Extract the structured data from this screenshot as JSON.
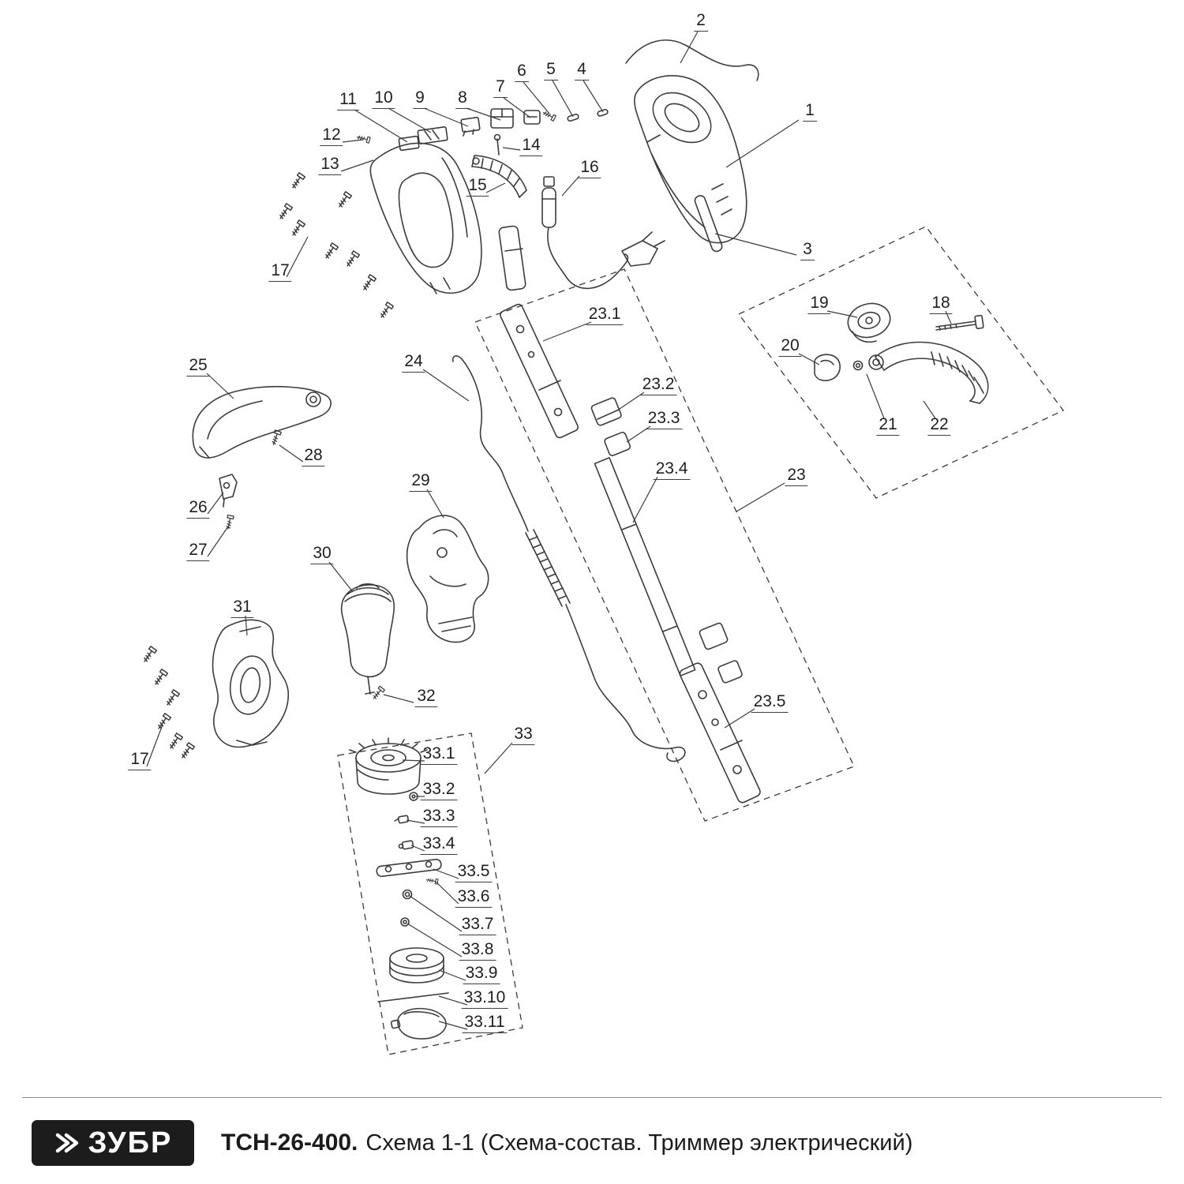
{
  "footer": {
    "brand": "ЗУБР",
    "model": "ТСН-26-400.",
    "subtitle": "Схема 1-1 (Схема-состав. Триммер электрический)"
  },
  "callouts": [
    {
      "label": "2"
    },
    {
      "label": "6"
    },
    {
      "label": "5"
    },
    {
      "label": "4"
    },
    {
      "label": "7"
    },
    {
      "label": "8"
    },
    {
      "label": "9"
    },
    {
      "label": "10"
    },
    {
      "label": "11"
    },
    {
      "label": "1"
    },
    {
      "label": "12"
    },
    {
      "label": "14"
    },
    {
      "label": "13"
    },
    {
      "label": "16"
    },
    {
      "label": "15"
    },
    {
      "label": "3"
    },
    {
      "label": "17"
    },
    {
      "label": "19"
    },
    {
      "label": "18"
    },
    {
      "label": "23.1"
    },
    {
      "label": "20"
    },
    {
      "label": "25"
    },
    {
      "label": "24"
    },
    {
      "label": "23.2"
    },
    {
      "label": "23.3"
    },
    {
      "label": "21"
    },
    {
      "label": "22"
    },
    {
      "label": "28"
    },
    {
      "label": "23.4"
    },
    {
      "label": "23"
    },
    {
      "label": "29"
    },
    {
      "label": "26"
    },
    {
      "label": "30"
    },
    {
      "label": "27"
    },
    {
      "label": "31"
    },
    {
      "label": "32"
    },
    {
      "label": "23.5"
    },
    {
      "label": "33"
    },
    {
      "label": "17"
    },
    {
      "label": "33.1"
    },
    {
      "label": "33.2"
    },
    {
      "label": "33.3"
    },
    {
      "label": "33.4"
    },
    {
      "label": "33.5"
    },
    {
      "label": "33.6"
    },
    {
      "label": "33.7"
    },
    {
      "label": "33.8"
    },
    {
      "label": "33.9"
    },
    {
      "label": "33.10"
    },
    {
      "label": "33.11"
    }
  ]
}
